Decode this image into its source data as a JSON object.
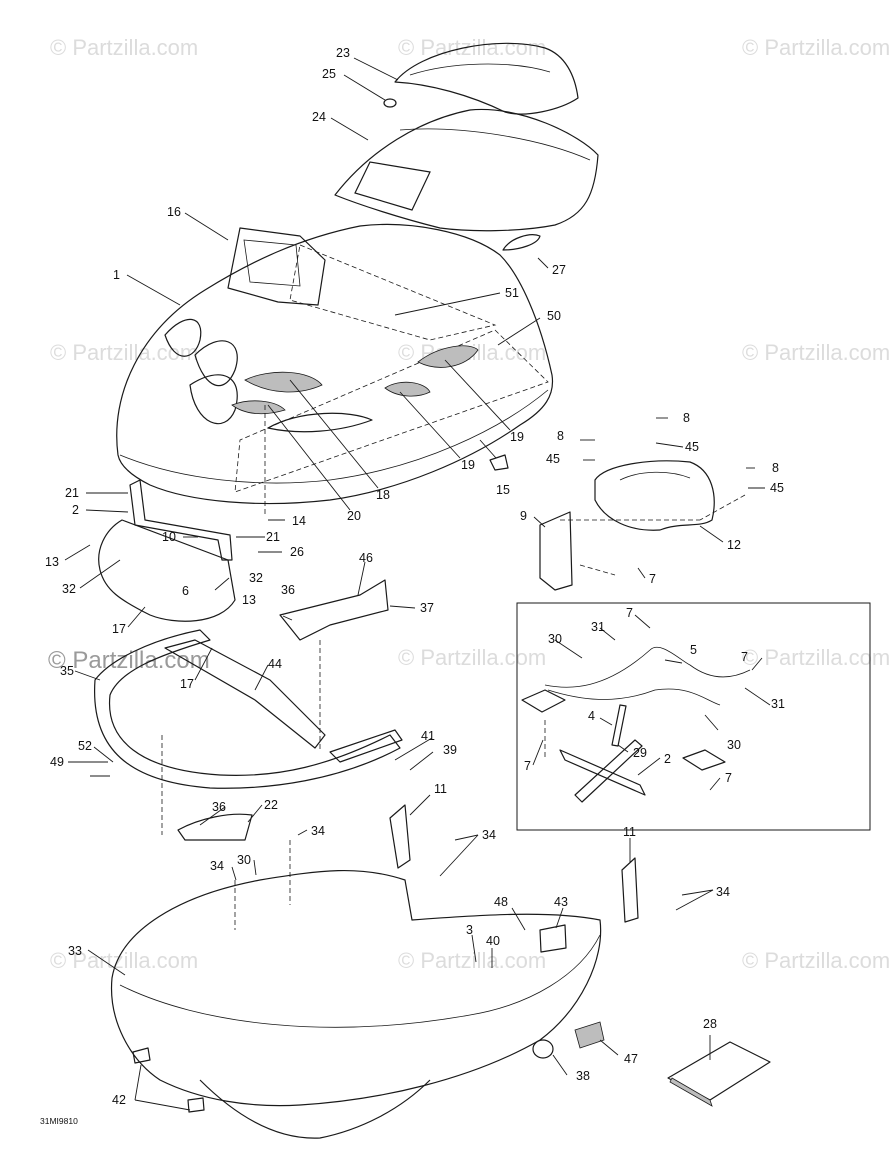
{
  "watermark": {
    "text": "© Partzilla.com",
    "featured_text": "© Partzilla.com"
  },
  "diagram_code": "31MI9810",
  "callouts": {
    "c1": "1",
    "c2a": "2",
    "c2b": "2",
    "c3": "3",
    "c4": "4",
    "c5": "5",
    "c6": "6",
    "c7a": "7",
    "c7b": "7",
    "c7c": "7",
    "c7d": "7",
    "c7e": "7",
    "c8a": "8",
    "c8b": "8",
    "c8c": "8",
    "c9": "9",
    "c10": "10",
    "c11a": "11",
    "c11b": "11",
    "c12": "12",
    "c13a": "13",
    "c13b": "13",
    "c14": "14",
    "c15": "15",
    "c16": "16",
    "c17a": "17",
    "c17b": "17",
    "c18": "18",
    "c19a": "19",
    "c19b": "19",
    "c20": "20",
    "c21a": "21",
    "c21b": "21",
    "c22": "22",
    "c23": "23",
    "c24": "24",
    "c25": "25",
    "c26": "26",
    "c27": "27",
    "c28": "28",
    "c29": "29",
    "c30a": "30",
    "c30b": "30",
    "c30c": "30",
    "c31a": "31",
    "c31b": "31",
    "c32a": "32",
    "c32b": "32",
    "c33": "33",
    "c34a": "34",
    "c34b": "34",
    "c34c": "34",
    "c34d": "34",
    "c35": "35",
    "c36a": "36",
    "c36b": "36",
    "c37": "37",
    "c38": "38",
    "c39": "39",
    "c40": "40",
    "c41": "41",
    "c42": "42",
    "c43": "43",
    "c44": "44",
    "c45a": "45",
    "c45b": "45",
    "c45c": "45",
    "c46": "46",
    "c47": "47",
    "c48": "48",
    "c49": "49",
    "c50": "50",
    "c51": "51",
    "c52": "52"
  },
  "colors": {
    "line": "#1a1a1a",
    "watermark": "#dcdcdc",
    "hatch": "#bdbdbd",
    "background": "#ffffff"
  }
}
